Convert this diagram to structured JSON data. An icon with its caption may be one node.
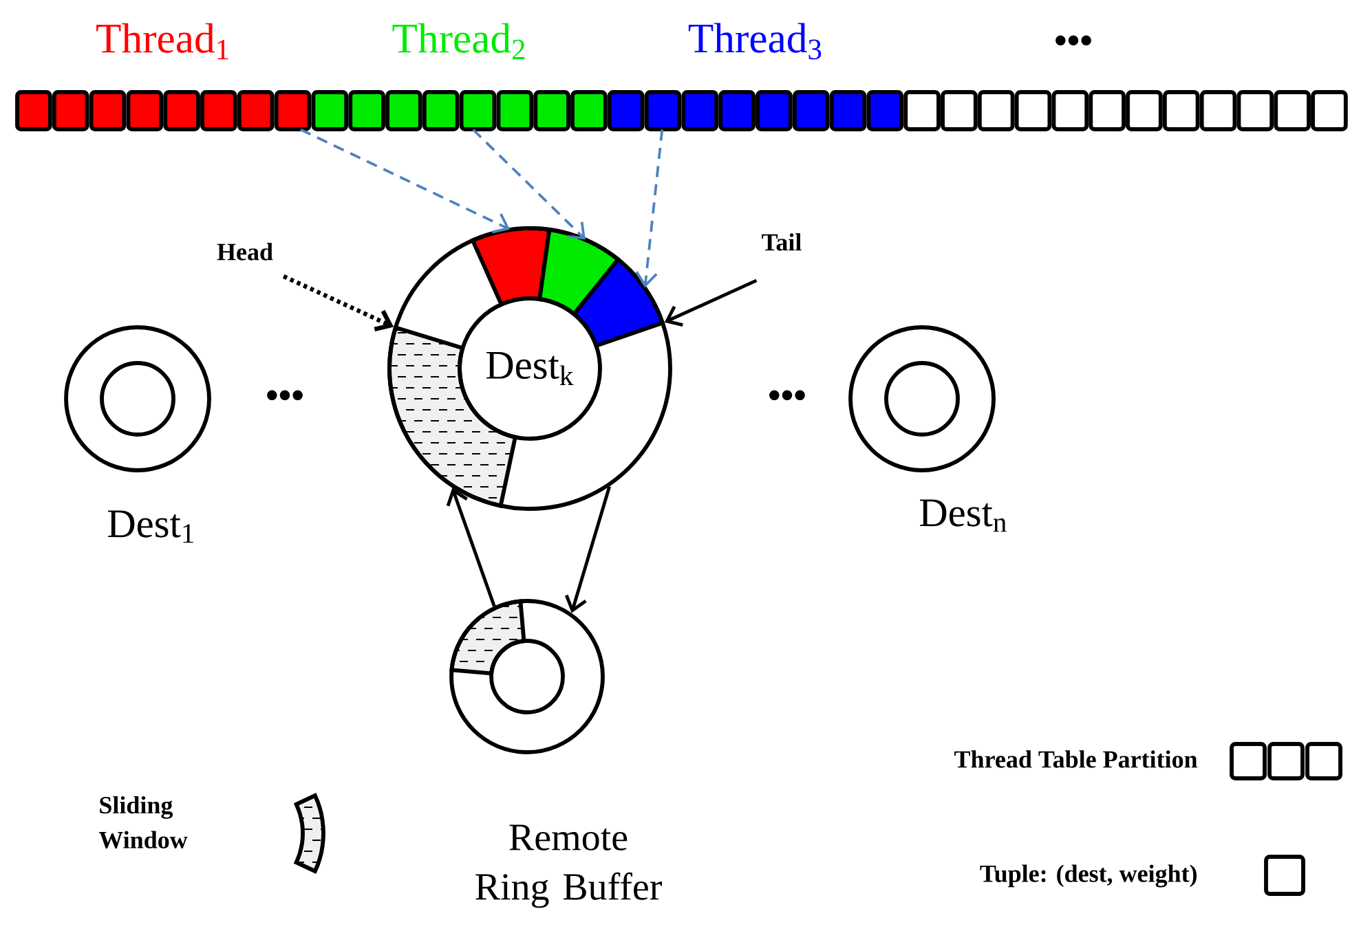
{
  "diagram": {
    "nodes": [
      {
        "text": [
          "Thread$_{1}$"
        ]
      },
      {
        "text": [
          "Thread$_{2}$"
        ]
      },
      {
        "text": [
          "Thread$_{3}$"
        ]
      },
      {
        "text": [],
        "shape": "circle"
      },
      {
        "text": [],
        "shape": "box",
        "in": 3
      },
      {
        "text": [],
        "shape": "box",
        "in": 3
      },
      {
        "text": [],
        "shape": "box",
        "in": 3
      },
      {
        "text": [
          "Head"
        ]
      },
      {
        "text": [
          "Tail"
        ]
      },
      {
        "text": [
          "Dest$_{1}$"
        ]
      },
      {
        "text": [
          "Dest$_{n}$"
        ]
      },
      {
        "text": [
          "Remote Ring Buffer"
        ]
      },
      {
        "text": [
          "Dest$_{k}$"
        ],
        "in": 3
      }
    ],
    "edges": [
      {
        "from": 0,
        "to": 4,
        "arrow": "to",
        "style": "dashed",
        "color": "#4f81bd"
      },
      {
        "from": 1,
        "to": 5,
        "arrow": "to",
        "style": "dashed",
        "color": "#4f81bd"
      },
      {
        "from": 2,
        "to": 6,
        "arrow": "to",
        "style": "dashed",
        "color": "#4f81bd"
      },
      {
        "from": 7,
        "to": 3,
        "arrow": "to",
        "style": "dashed"
      },
      {
        "from": 8,
        "to": 3,
        "arrow": "to"
      },
      {
        "from": 11,
        "to": 3,
        "arrow": "to"
      },
      {
        "from": 3,
        "to": 11,
        "arrow": "to"
      }
    ],
    "labels": [
      "•••",
      "•••",
      "•••"
    ],
    "legend": [
      {
        "text": "Sliding Window"
      },
      {
        "text": "Thread Table Partition"
      },
      {
        "text": "Tuple: (dest, weight)"
      }
    ]
  }
}
